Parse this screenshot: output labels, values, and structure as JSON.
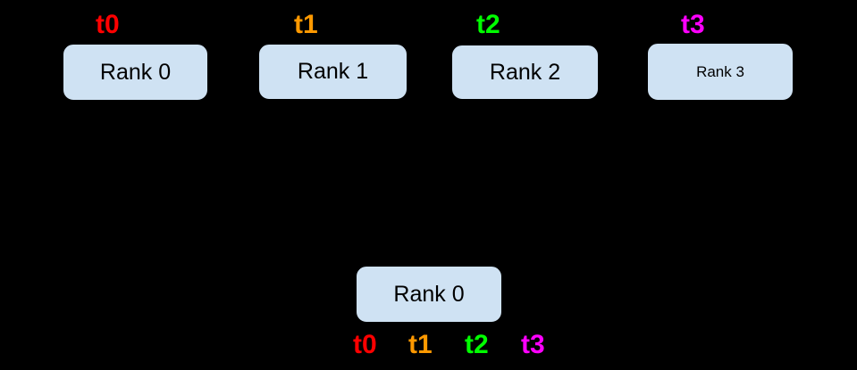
{
  "colors": {
    "background": "#000000",
    "node_fill": "#cfe2f3",
    "node_text": "#000000"
  },
  "top_nodes": [
    {
      "tensor_label": "t0",
      "tensor_color": "#ff0000",
      "rank_label": "Rank 0"
    },
    {
      "tensor_label": "t1",
      "tensor_color": "#ff9900",
      "rank_label": "Rank 1"
    },
    {
      "tensor_label": "t2",
      "tensor_color": "#00ff00",
      "rank_label": "Rank 2"
    },
    {
      "tensor_label": "t3",
      "tensor_color": "#ff00ff",
      "rank_label": "Rank 3"
    }
  ],
  "bottom_node": {
    "rank_label": "Rank 0"
  },
  "bottom_tensors": [
    {
      "label": "t0",
      "color": "#ff0000"
    },
    {
      "label": "t1",
      "color": "#ff9900"
    },
    {
      "label": "t2",
      "color": "#00ff00"
    },
    {
      "label": "t3",
      "color": "#ff00ff"
    }
  ]
}
